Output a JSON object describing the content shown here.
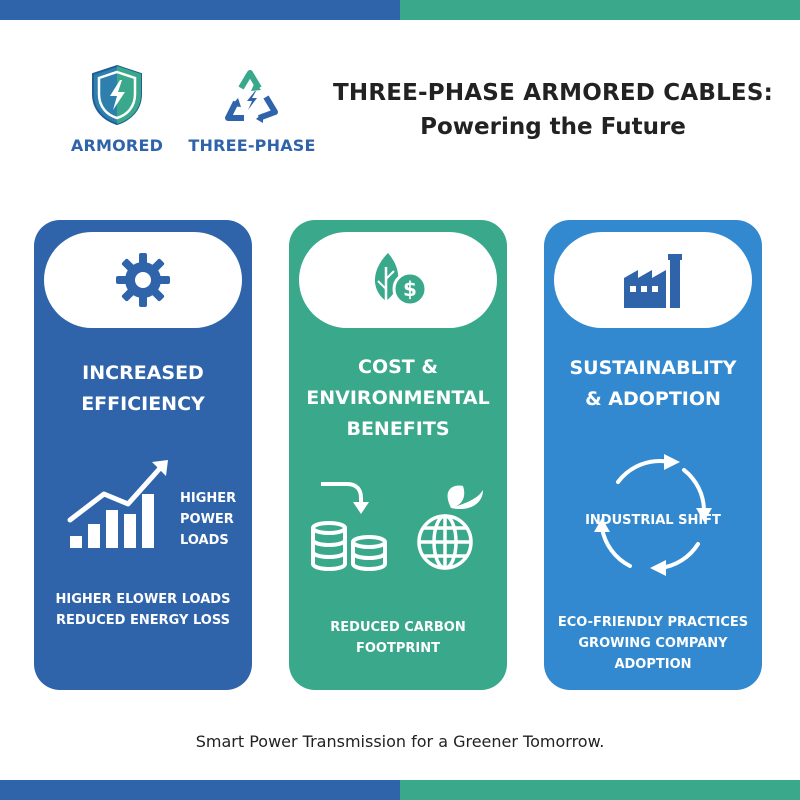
{
  "colors": {
    "dark_blue": "#2f64ab",
    "green": "#3aa88a",
    "light_blue": "#3389cf",
    "text_dark": "#222222",
    "white": "#ffffff"
  },
  "header": {
    "badges": [
      {
        "label": "ARMORED",
        "icon": "shield-lightning-icon"
      },
      {
        "label": "THREE-PHASE",
        "icon": "recycle-arrows-lightning-icon"
      }
    ],
    "title_line1": "THREE-PHASE ARMORED CABLES:",
    "title_line2": "Powering the Future"
  },
  "cards": [
    {
      "icon": "gear-icon",
      "heading_line1": "INCREASED",
      "heading_line2": "EFFICIENCY",
      "graphic": "bar-chart-rising-arrow-icon",
      "side_lines": [
        "HIGHER",
        "POWER",
        "LOADS"
      ],
      "bottom_lines": [
        "HIGHER ELOWER LOADS",
        "REDUCED ENERGY LOSS"
      ]
    },
    {
      "icon": "leaf-dollar-icon",
      "heading_line1": "COST &",
      "heading_line2": "ENVIRONMENTAL",
      "heading_line3": "BENEFITS",
      "graphics": [
        "coins-arrow-icon",
        "globe-leaf-icon"
      ],
      "bottom_lines": [
        "REDUCED CARBON",
        "FOOTPRINT"
      ]
    },
    {
      "icon": "factory-icon",
      "heading_line1": "SUSTAINABLITY",
      "heading_line2": "& ADOPTION",
      "graphic": "cycle-arrows-icon",
      "center_label": "INDUSTRIAL SHIFT",
      "bottom_lines": [
        "ECO-FRIENDLY PRACTICES",
        "GROWING COMPANY",
        "ADOPTION"
      ]
    }
  ],
  "footer": {
    "tagline": "Smart Power Transmission for a Greener Tomorrow."
  }
}
